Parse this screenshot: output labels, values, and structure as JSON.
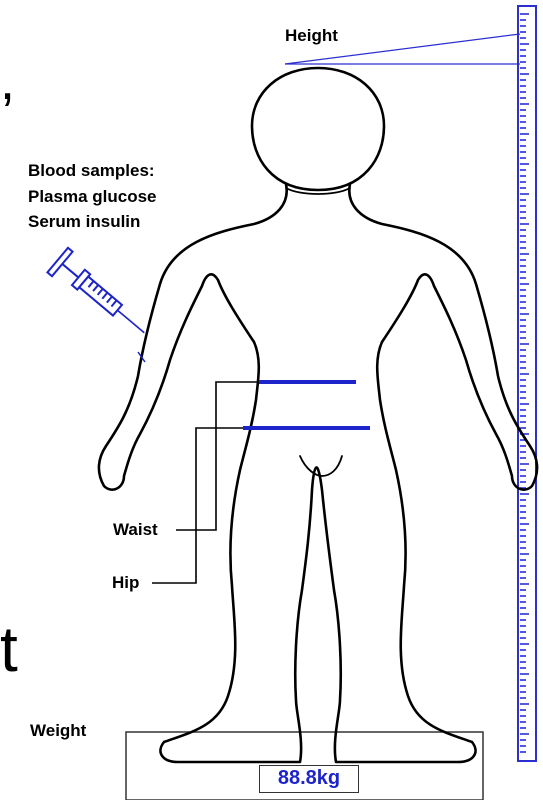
{
  "labels": {
    "height": "Height",
    "blood_samples_title": "Blood samples:",
    "plasma_glucose": "Plasma glucose",
    "serum_insulin": "Serum insulin",
    "waist": "Waist",
    "hip": "Hip",
    "weight": "Weight"
  },
  "scale": {
    "reading": "88.8kg"
  },
  "edge_fragments": {
    "top": ",",
    "bottom": "t"
  },
  "colors": {
    "outline": "#000000",
    "measure_band": "#1d24c9",
    "ruler": "#2b2fd0",
    "scale_reading": "#1d24c9"
  }
}
